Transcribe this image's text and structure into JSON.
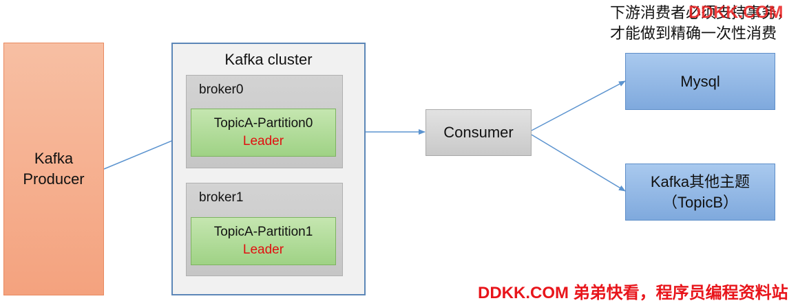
{
  "producer": {
    "line1": "Kafka",
    "line2": "Producer"
  },
  "cluster": {
    "title": "Kafka cluster",
    "brokers": [
      {
        "label": "broker0",
        "partition": "TopicA-Partition0",
        "role": "Leader"
      },
      {
        "label": "broker1",
        "partition": "TopicA-Partition1",
        "role": "Leader"
      }
    ]
  },
  "consumer": {
    "label": "Consumer"
  },
  "targets": [
    {
      "line1": "Mysql",
      "line2": ""
    },
    {
      "line1": "Kafka其他主题",
      "line2": "（TopicB）"
    }
  ],
  "note": {
    "line1": "下游消费者必须支持事务，",
    "line2": "才能做到精确一次性消费"
  },
  "watermarks": {
    "top": "DDKK.COM",
    "bottom": "DDKK.COM 弟弟快看，程序员编程资料站"
  },
  "colors": {
    "arrow": "#5b93cf",
    "leader": "#e01010",
    "watermark": "#e8151b"
  }
}
